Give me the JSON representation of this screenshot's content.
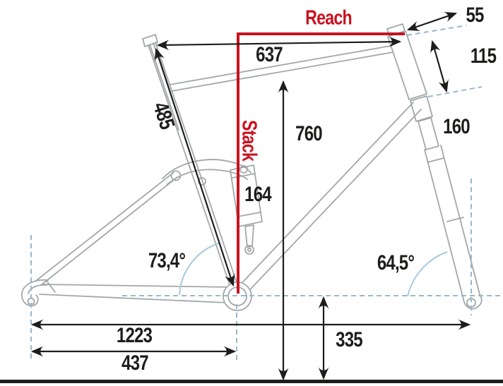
{
  "diagram": {
    "type": "bike-frame-geometry",
    "colors": {
      "accent_red": "#c8121f",
      "frame_gray": "#a3a7aa",
      "guide_blue": "#9bb8cb",
      "ink": "#1d1d1b"
    },
    "labels": {
      "reach": "Reach",
      "stack": "Stack"
    },
    "measurements": {
      "stem_length": "55",
      "top_tube": "637",
      "head_tube": "115",
      "seat_tube": "485",
      "standover": "760",
      "shock_length": "164",
      "fork_travel": "160",
      "seat_angle": "73,4°",
      "head_angle": "64,5°",
      "wheelbase": "1223",
      "chainstay": "437",
      "bb_height": "335"
    }
  }
}
